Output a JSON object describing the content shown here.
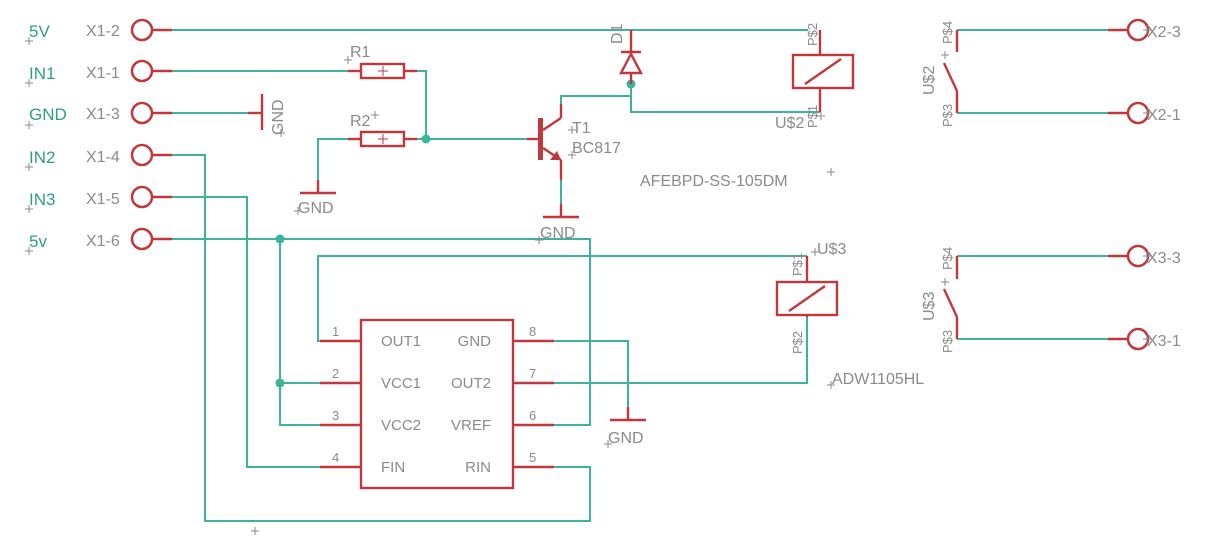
{
  "connector_x1": {
    "net_labels": [
      "5V",
      "IN1",
      "GND",
      "IN2",
      "IN3",
      "5v"
    ],
    "pin_labels": [
      "X1-2",
      "X1-1",
      "X1-3",
      "X1-4",
      "X1-5",
      "X1-6"
    ]
  },
  "connector_x2": {
    "pin_labels": [
      "X2-3",
      "X2-1"
    ]
  },
  "connector_x3": {
    "pin_labels": [
      "X3-3",
      "X3-1"
    ]
  },
  "resistors": {
    "r1": "R1",
    "r2": "R2"
  },
  "transistor": {
    "name": "T1",
    "value": "BC817"
  },
  "diode": {
    "name": "D1"
  },
  "relay_u2": {
    "name": "U$2",
    "value": "AFEBPD-SS-105DM",
    "coil_pin_top": "P$2",
    "coil_pin_bottom": "P$1"
  },
  "switch_u2": {
    "name": "U$2",
    "pin_top": "P$4",
    "pin_bottom": "P$3"
  },
  "relay_u3": {
    "name": "U$3",
    "value": "ADW1105HL",
    "coil_pin_top": "P$1",
    "coil_pin_bottom": "P$2"
  },
  "switch_u3": {
    "name": "U$3",
    "pin_top": "P$4",
    "pin_bottom": "P$3"
  },
  "ground_symbols": [
    "GND",
    "GND",
    "GND",
    "GND"
  ],
  "ic": {
    "left_pins": [
      {
        "num": "1",
        "name": "OUT1"
      },
      {
        "num": "2",
        "name": "VCC1"
      },
      {
        "num": "3",
        "name": "VCC2"
      },
      {
        "num": "4",
        "name": "FIN"
      }
    ],
    "right_pins": [
      {
        "num": "8",
        "name": "GND"
      },
      {
        "num": "7",
        "name": "OUT2"
      },
      {
        "num": "6",
        "name": "VREF"
      },
      {
        "num": "5",
        "name": "RIN"
      }
    ]
  }
}
